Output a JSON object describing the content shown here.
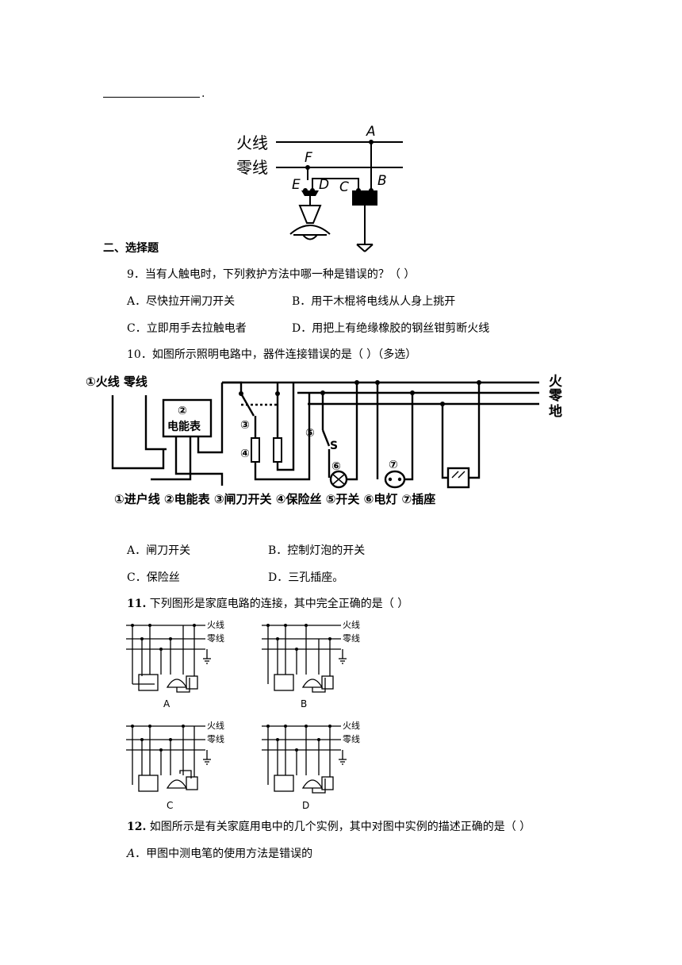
{
  "top_blank_suffix": ".",
  "fig1": {
    "live": "火线",
    "neutral": "零线",
    "labels": [
      "A",
      "F",
      "E",
      "D",
      "C",
      "B"
    ]
  },
  "section_title": "二、选择题",
  "q9": {
    "stem": "9．当有人触电时，下列救护方法中哪一种是错误的？（ ）",
    "options": [
      "A．尽快拉开闸刀开关",
      "B．用干木棍将电线从人身上挑开",
      "C．立即用手去拉触电者",
      "D．用把上有绝缘橡胶的钢丝钳剪断火线"
    ]
  },
  "q10": {
    "stem": "10．如图所示照明电路中，器件连接错误的是（ ）（多选）",
    "fig": {
      "top_left": "①火线 零线",
      "meter_num": "②",
      "meter": "电能表",
      "right_labels": [
        "火",
        "零",
        "地"
      ],
      "n3": "③",
      "n4": "④",
      "n5": "⑤",
      "s": "S",
      "n6": "⑥",
      "n7": "⑦",
      "caption": "①进户线 ②电能表 ③闸刀开关 ④保险丝 ⑤开关 ⑥电灯 ⑦插座"
    },
    "options": [
      "A．闸刀开关",
      "B．控制灯泡的开关",
      "C．保险丝",
      "D．三孔插座。"
    ]
  },
  "q11": {
    "num": "11.",
    "stem": " 下列图形是家庭电路的连接，其中完全正确的是（ ）",
    "fig_live": "火线",
    "fig_neutral": "零线",
    "fig_labels": [
      "A",
      "B",
      "C",
      "D"
    ]
  },
  "q12": {
    "num": "12.",
    "stem": " 如图所示是有关家庭用电中的几个实例，其中对图中实例的描述正确的是（ ）",
    "optA_letter": "A",
    "optA_text": "．甲图中测电笔的使用方法是错误的"
  }
}
